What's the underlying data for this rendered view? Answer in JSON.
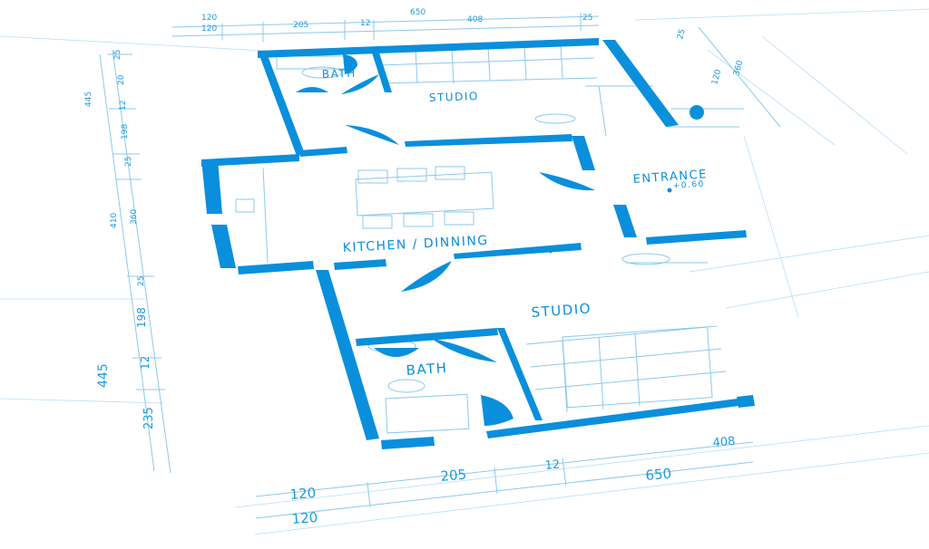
{
  "rooms": {
    "bath_top": "BATH",
    "studio_top": "STUDIO",
    "kitchen": "KITCHEN / DINNING",
    "entrance": "ENTRANCE",
    "entrance_level": "+0.60",
    "studio_bottom": "STUDIO",
    "bath_bottom": "BATH"
  },
  "dims_top": {
    "a": "120",
    "b": "120",
    "c": "205",
    "d": "12",
    "e": "650",
    "f": "408",
    "g": "25"
  },
  "dims_top_right": {
    "a": "25",
    "b": "120",
    "c": "360"
  },
  "dims_left_upper": {
    "a": "445",
    "b": "25",
    "c": "20",
    "d": "12",
    "e": "198",
    "f": "25"
  },
  "dims_left_mid": {
    "a": "410",
    "b": "360",
    "c": "25"
  },
  "dims_left_lower": {
    "a": "198",
    "b": "445",
    "c": "12",
    "d": "235"
  },
  "dims_bottom": {
    "a": "120",
    "b": "120",
    "c": "205",
    "d": "12",
    "e": "650",
    "f": "408"
  }
}
